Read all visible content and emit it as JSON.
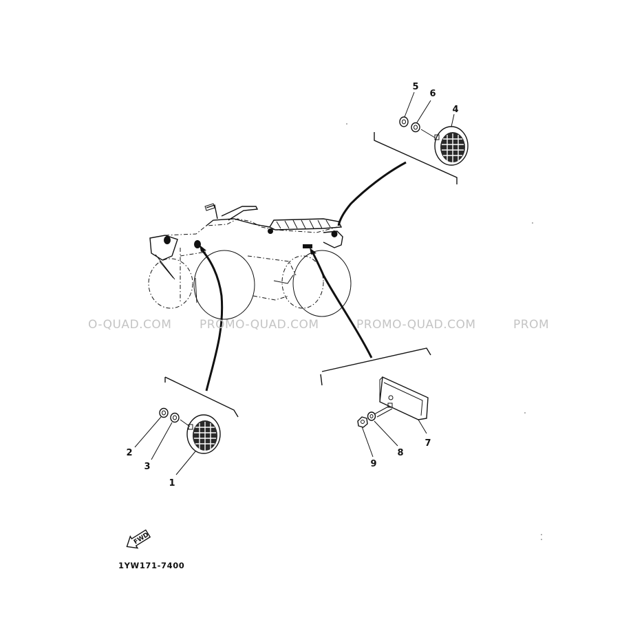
{
  "diagram": {
    "drawing_number": "1YW171-7400",
    "fwd_label": "FWD",
    "watermarks": [
      "O-QUAD.COM",
      "PROMO-QUAD.COM",
      "PROMO-QUAD.COM",
      "PROM"
    ],
    "callouts": {
      "c1": "1",
      "c2": "2",
      "c3": "3",
      "c4": "4",
      "c5": "5",
      "c6": "6",
      "c7": "7",
      "c8": "8",
      "c9": "9"
    }
  }
}
